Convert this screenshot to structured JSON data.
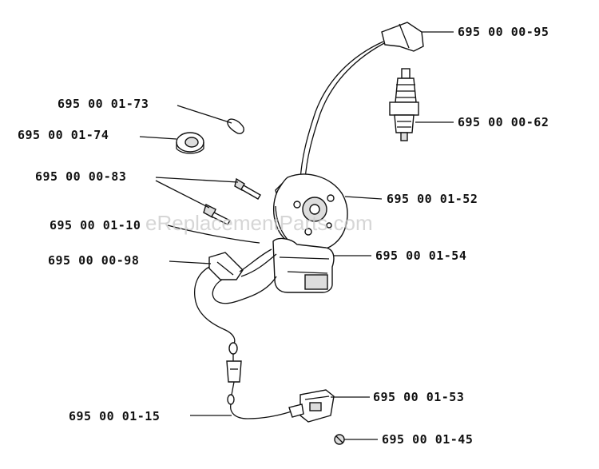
{
  "watermark": "eReplacementParts.com",
  "parts": [
    {
      "id": "p9500095",
      "label": "695 00 00-95"
    },
    {
      "id": "p9500062",
      "label": "695 00 00-62"
    },
    {
      "id": "p9500173",
      "label": "695 00 01-73"
    },
    {
      "id": "p9500174",
      "label": "695 00 01-74"
    },
    {
      "id": "p9500083",
      "label": "695 00 00-83"
    },
    {
      "id": "p9500152",
      "label": "695 00 01-52"
    },
    {
      "id": "p9500110",
      "label": "695 00 01-10"
    },
    {
      "id": "p9500154",
      "label": "695 00 01-54"
    },
    {
      "id": "p9500098",
      "label": "695 00 00-98"
    },
    {
      "id": "p9500153",
      "label": "695 00 01-53"
    },
    {
      "id": "p9500115",
      "label": "695 00 01-15"
    },
    {
      "id": "p9500145",
      "label": "695 00 01-45"
    }
  ]
}
